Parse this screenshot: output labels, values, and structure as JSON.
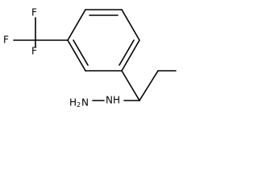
{
  "molecule": {
    "labels": {
      "f_top": "F",
      "f_left": "F",
      "f_bottom": "F",
      "nh": "NH",
      "h2n_h": "H",
      "h2n_sub": "2",
      "h2n_n": "N"
    }
  }
}
